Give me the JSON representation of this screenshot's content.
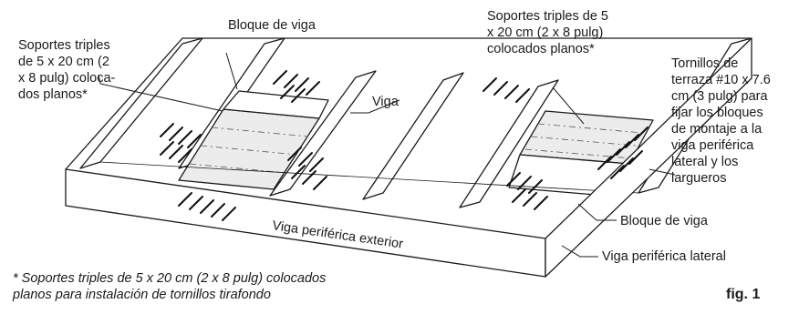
{
  "labels": {
    "triple_left": [
      "Soportes triples",
      "de 5 x 20 cm (2",
      "x 8 pulg) coloca-",
      "dos planos*"
    ],
    "triple_right": [
      "Soportes triples de 5",
      "x 20 cm (2 x 8 pulg)",
      "colocados planos*"
    ],
    "block_top": "Bloque de viga",
    "joist": "Viga",
    "screws": [
      "Tornillos de",
      "terraza #10 x 7.6",
      "cm (3 pulg) para",
      "fijar los bloques",
      "de montaje a la",
      "viga periférica",
      "lateral y los",
      "largueros"
    ],
    "block_right": "Bloque de viga",
    "rim_exterior": "Viga periférica exterior",
    "rim_lateral": "Viga periférica lateral"
  },
  "footnote": [
    "* Soportes triples de 5 x 20 cm (2 x 8 pulg) colocados",
    "planos para instalación de tornillos tirafondo"
  ],
  "figure_label": "fig. 1"
}
